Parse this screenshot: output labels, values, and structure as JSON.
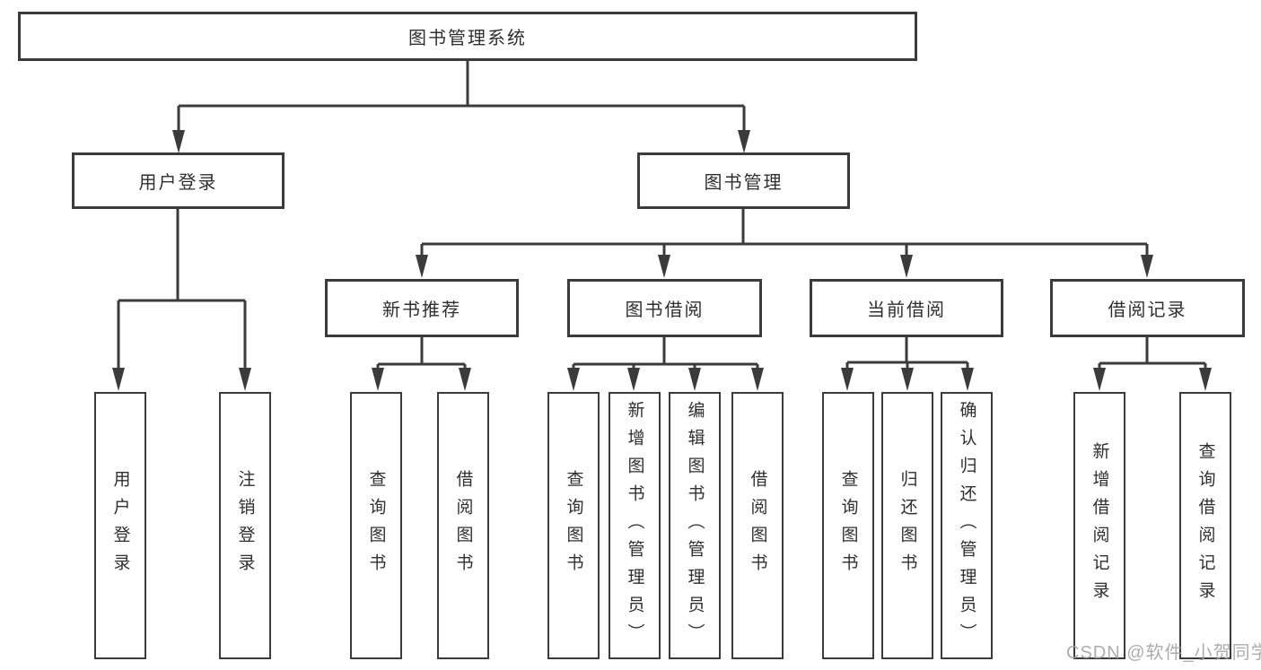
{
  "diagram": {
    "root": "图书管理系统",
    "level2": [
      "用户登录",
      "图书管理"
    ],
    "level3": [
      "新书推荐",
      "图书借阅",
      "当前借阅",
      "借阅记录"
    ],
    "leaves_user": [
      "用户登录",
      "注销登录"
    ],
    "leaves_newbook": [
      "查询图书",
      "借阅图书"
    ],
    "leaves_borrow": [
      "查询图书",
      "新增图书（管理员）",
      "编辑图书（管理员）",
      "借阅图书"
    ],
    "leaves_current": [
      "查询图书",
      "归还图书",
      "确认归还（管理员）"
    ],
    "leaves_records": [
      "新增借阅记录",
      "查询借阅记录"
    ]
  },
  "colors": {
    "line": "#3b3b3b",
    "text": "#2f2f2f",
    "watermark": "#a2a2a2"
  },
  "watermark": "CSDN @软件_小贺同学"
}
